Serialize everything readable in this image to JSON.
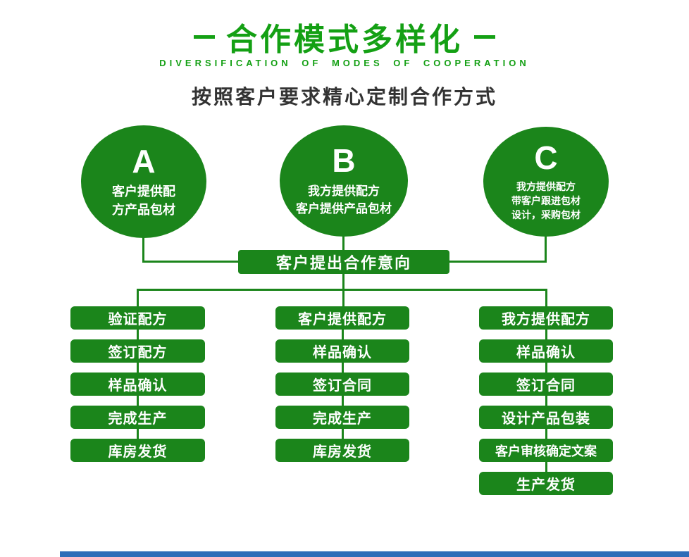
{
  "header": {
    "title": "合作模式多样化",
    "subtitle_en": "DIVERSIFICATION OF MODES OF COOPERATION",
    "subtitle_cn": "按照客户要求精心定制合作方式"
  },
  "modes": [
    {
      "letter": "A",
      "lines": [
        "客户提供配",
        "方产品包材"
      ]
    },
    {
      "letter": "B",
      "lines": [
        "我方提供配方",
        "客户提供产品包材"
      ]
    },
    {
      "letter": "C",
      "lines": [
        "我方提供配方",
        "带客户跟进包材",
        "设计，采购包材"
      ]
    }
  ],
  "intent": {
    "label": "客户提出合作意向"
  },
  "flows": [
    {
      "steps": [
        "验证配方",
        "签订配方",
        "样品确认",
        "完成生产",
        "库房发货"
      ]
    },
    {
      "steps": [
        "客户提供配方",
        "样品确认",
        "签订合同",
        "完成生产",
        "库房发货"
      ]
    },
    {
      "steps": [
        "我方提供配方",
        "样品确认",
        "签订合同",
        "设计产品包装",
        "客户审核确定文案",
        "生产发货"
      ]
    }
  ],
  "colors": {
    "title_green": "#14a014",
    "shape_green": "#1b851b",
    "text_dark": "#333333",
    "bottom_bar_blue": "#2e6db8"
  }
}
